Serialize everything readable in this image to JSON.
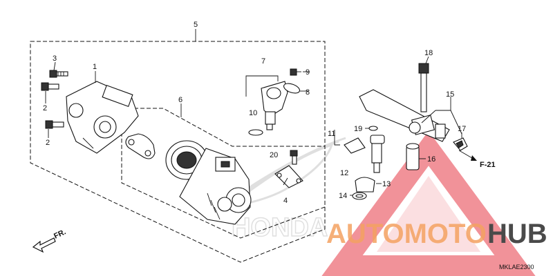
{
  "callouts": {
    "c1": "1",
    "c2a": "2",
    "c2b": "2",
    "c3": "3",
    "c4": "4",
    "c5": "5",
    "c6": "6",
    "c7": "7",
    "c8": "8",
    "c9": "9",
    "c10": "10",
    "c11": "11",
    "c12": "12",
    "c13": "13",
    "c14": "14",
    "c15": "15",
    "c16": "16",
    "c17": "17",
    "c18": "18",
    "c19": "19",
    "c20": "20"
  },
  "labels": {
    "f21": "F-21",
    "front": "FR.",
    "diagram_code": "MKLAE2300"
  },
  "watermark": {
    "text_orange": "AUTOMOTO",
    "text_dark": "HUB",
    "faint_text": "HONDA",
    "color_orange": "#f4a261",
    "color_dark": "#4a4a4a",
    "color_triangle": "#e63946"
  }
}
